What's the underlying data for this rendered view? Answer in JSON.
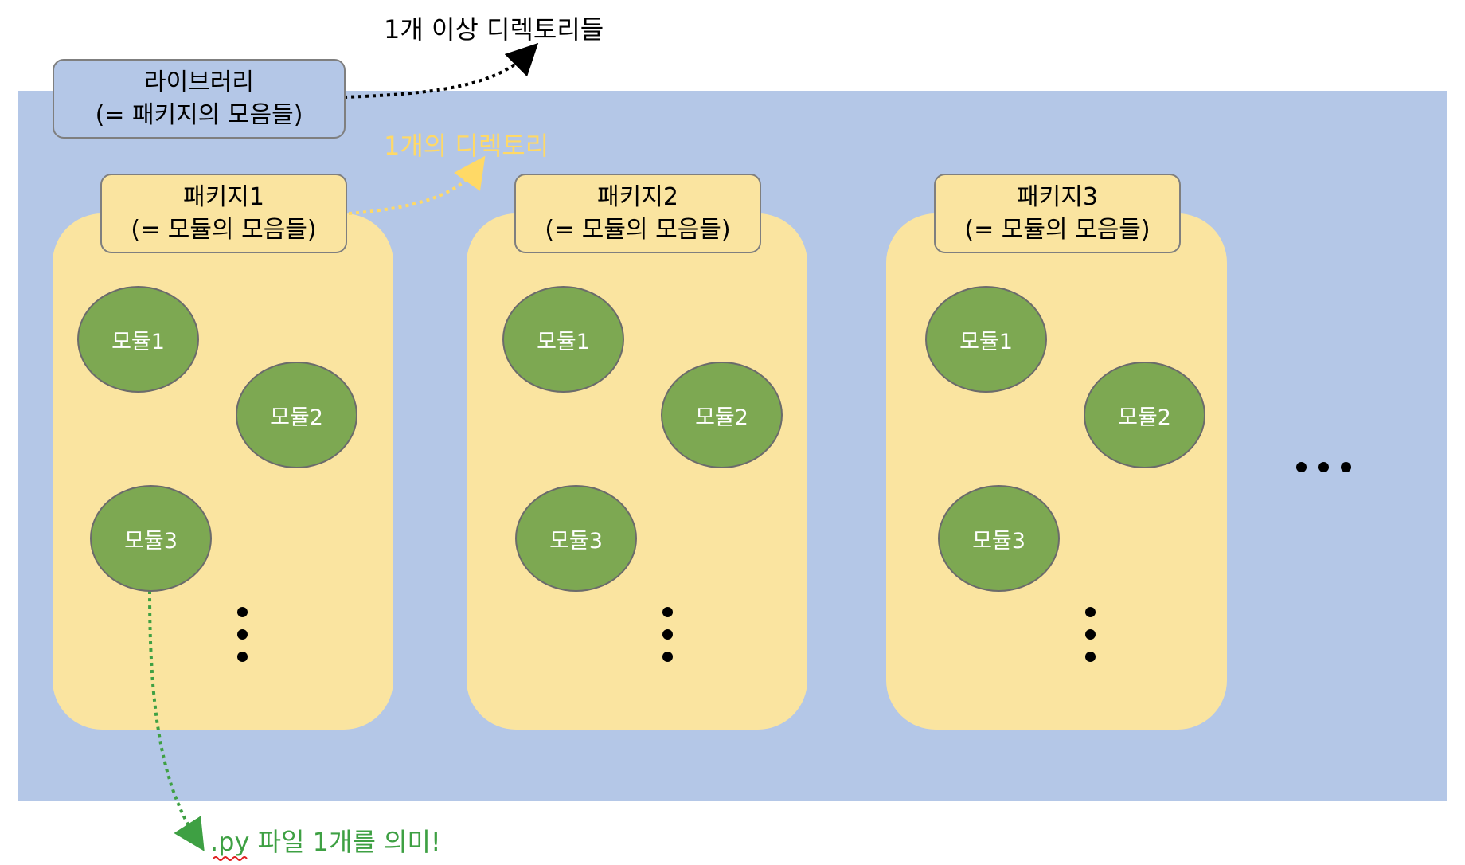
{
  "library": {
    "title": "라이브러리",
    "subtitle": "(= 패키지의 모음들)",
    "note": "1개 이상 디렉토리들"
  },
  "package_note": "1개의 디렉토리",
  "module_note": {
    "ext": ".py",
    "text": " 파일 1개를 의미!"
  },
  "packages": [
    {
      "title": "패키지1",
      "subtitle": "(= 모듈의 모음들)",
      "modules": [
        "모듈1",
        "모듈2",
        "모듈3"
      ]
    },
    {
      "title": "패키지2",
      "subtitle": "(= 모듈의 모음들)",
      "modules": [
        "모듈1",
        "모듈2",
        "모듈3"
      ]
    },
    {
      "title": "패키지3",
      "subtitle": "(= 모듈의 모음들)",
      "modules": [
        "모듈1",
        "모듈2",
        "모듈3"
      ]
    }
  ],
  "colors": {
    "library_bg": "#b4c7e7",
    "package_bg": "#fae4a0",
    "module_fill": "#7da852",
    "package_note": "#ffd966",
    "module_note": "#3ea043"
  }
}
